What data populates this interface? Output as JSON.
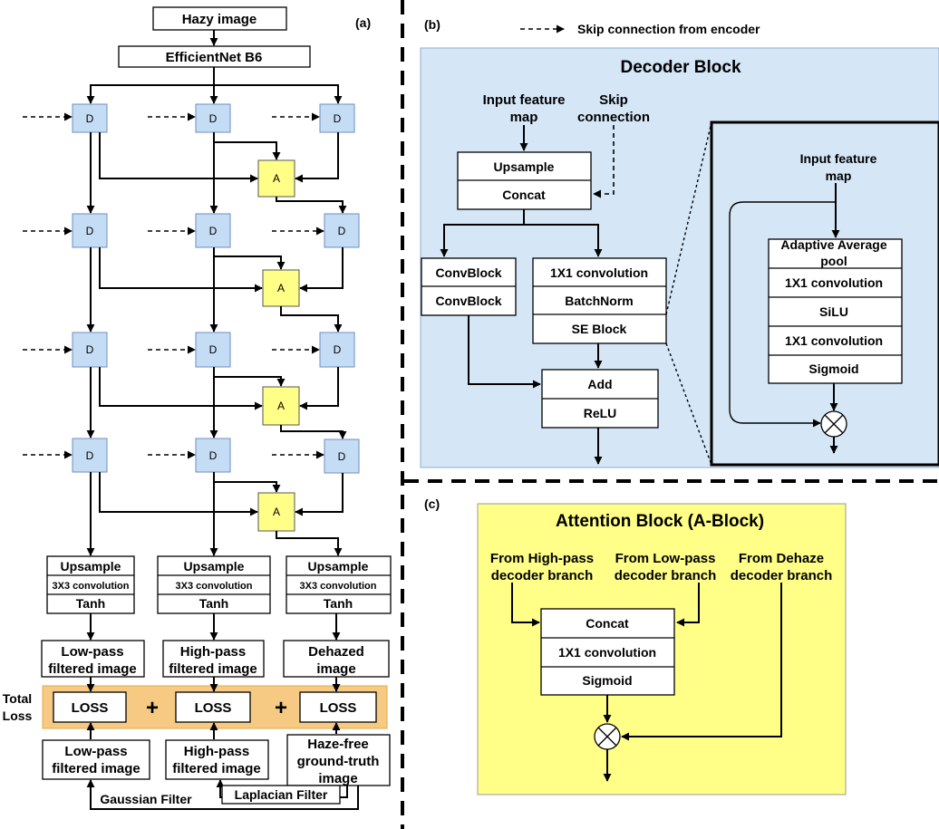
{
  "panel_labels": {
    "a": "(a)",
    "b": "(b)",
    "c": "(c)"
  },
  "legend": {
    "skip": "Skip connection from encoder"
  },
  "encoder": {
    "input": "Hazy image",
    "backbone": "EfficientNet B6"
  },
  "nodes": {
    "decoder": "D",
    "attention": "A"
  },
  "heads": {
    "upsample": "Upsample",
    "conv": "3X3 convolution",
    "act": "Tanh"
  },
  "outputs": {
    "low_1": "Low-pass",
    "low_2": "filtered image",
    "high_1": "High-pass",
    "high_2": "filtered image",
    "dehazed_1": "Dehazed",
    "dehazed_2": "image"
  },
  "loss": {
    "total_1": "Total",
    "total_2": "Loss",
    "loss": "LOSS",
    "plus": "+"
  },
  "targets": {
    "low_1": "Low-pass",
    "low_2": "filtered image",
    "high_1": "High-pass",
    "high_2": "filtered image",
    "gt_1": "Haze-free",
    "gt_2": "ground-truth",
    "gt_3": "image"
  },
  "filters": {
    "gaussian": "Gaussian Filter",
    "laplacian": "Laplacian Filter"
  },
  "decoder_block": {
    "title": "Decoder Block",
    "input_1": "Input feature",
    "input_2": "map",
    "skip_1": "Skip",
    "skip_2": "connection",
    "upsample": "Upsample",
    "concat": "Concat",
    "convblock1": "ConvBlock",
    "convblock2": "ConvBlock",
    "conv1x1": "1X1 convolution",
    "batchnorm": "BatchNorm",
    "se": "SE Block",
    "add": "Add",
    "relu": "ReLU"
  },
  "se_block": {
    "input_1": "Input feature",
    "input_2": "map",
    "pool_1": "Adaptive Average",
    "pool_2": "pool",
    "conv1": "1X1 convolution",
    "silu": "SiLU",
    "conv2": "1X1 convolution",
    "sigmoid": "Sigmoid"
  },
  "attention_block": {
    "title": "Attention Block (A-Block)",
    "high_1": "From High-pass",
    "high_2": "decoder branch",
    "low_1": "From Low-pass",
    "low_2": "decoder branch",
    "dehaze_1": "From Dehaze",
    "dehaze_2": "decoder branch",
    "concat": "Concat",
    "conv": "1X1 convolution",
    "sigmoid": "Sigmoid"
  },
  "colors": {
    "decoder_node": "#c5dcf5",
    "attention_node": "#ffff88",
    "decoder_panel": "#d5e6f6",
    "attention_panel": "#ffff88",
    "loss_band": "#f6ca82"
  }
}
